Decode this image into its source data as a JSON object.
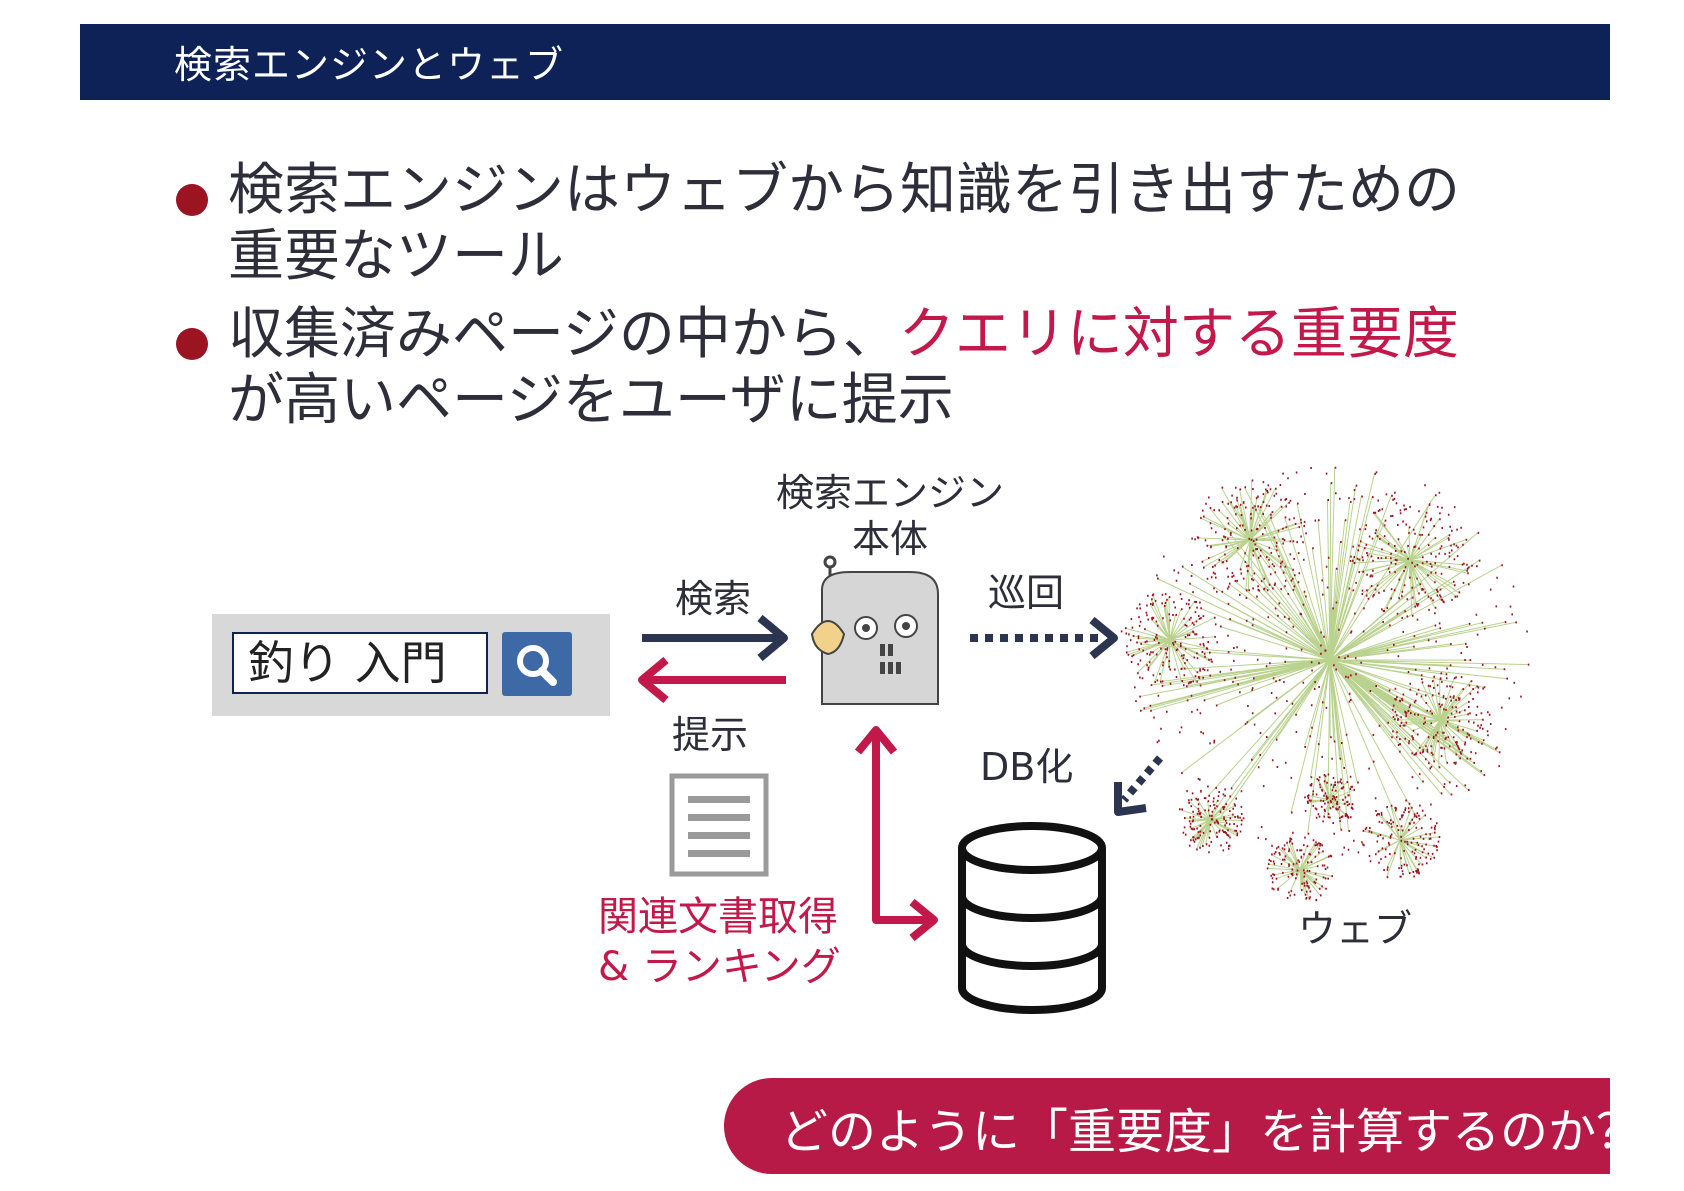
{
  "header": {
    "title": "検索エンジンとウェブ"
  },
  "bullets": [
    {
      "line1": "検索エンジンはウェブから知識を引き出すための",
      "line2": "重要なツール"
    },
    {
      "line1_normal": "収集済みページの中から、",
      "line1_accent": "クエリに対する重要度",
      "line2": "が高いページをユーザに提示"
    }
  ],
  "search": {
    "query": "釣り 入門"
  },
  "labels": {
    "engine_line1": "検索エンジン",
    "engine_line2": "本体",
    "search_arrow": "検索",
    "present_arrow": "提示",
    "crawl": "巡回",
    "db": "DB化",
    "web": "ウェブ",
    "retrieval_line1": "関連文書取得",
    "retrieval_line2": "& ランキング"
  },
  "banner": {
    "text": "どのように「重要度」を計算するのか？"
  },
  "colors": {
    "header": "#0e2257",
    "accent": "#c2184a",
    "bullet": "#9c1422",
    "banner": "#b71a46",
    "arrow_dark": "#2b3550",
    "search_button": "#3d6aa6"
  },
  "icons": [
    "search-icon",
    "robot-icon",
    "document-icon",
    "database-icon",
    "web-graph-icon"
  ]
}
